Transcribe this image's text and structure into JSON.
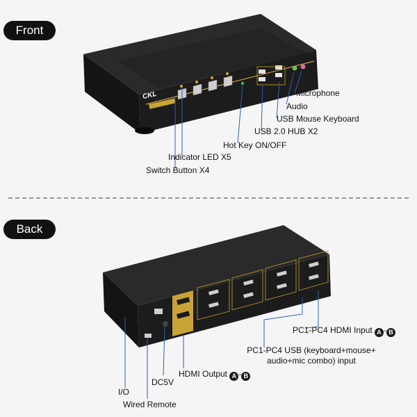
{
  "front": {
    "title": "Front",
    "logo": "CKL",
    "labels": {
      "microphone": "Microphone",
      "audio": "Audio",
      "usb_mouse_keyboard": "USB Mouse Keyboard",
      "usb_hub": "USB 2.0 HUB X2",
      "hot_key": "Hot Key ON/OFF",
      "indicator_led": "Indicator LED X5",
      "switch_button": "Switch Button X4"
    }
  },
  "back": {
    "title": "Back",
    "labels": {
      "hdmi_input_text": "PC1-PC4 HDMI Input",
      "usb_input_line1": "PC1-PC4 USB (keyboard+mouse+",
      "usb_input_line2": "audio+mic combo) input",
      "hdmi_output_text": "HDMI Output",
      "dc5v": "DC5V",
      "io": "I/O",
      "wired_remote": "Wired Remote",
      "badge_a": "A",
      "badge_b": "B",
      "badge_sep": "-"
    }
  },
  "colors": {
    "device_body": "#1c1c1c",
    "gold_accent": "#c9a335",
    "background": "#f5f5f5"
  }
}
